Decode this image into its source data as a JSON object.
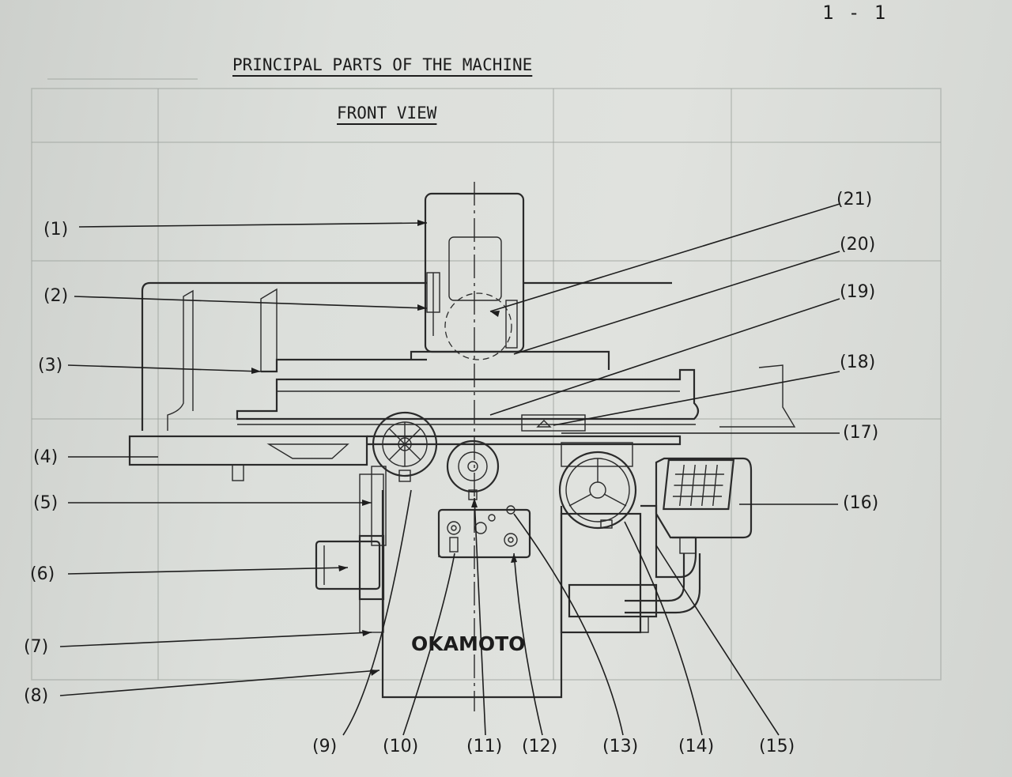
{
  "page_number": "1 - 1",
  "title": "PRINCIPAL PARTS OF THE MACHINE",
  "subtitle": "FRONT VIEW",
  "brand": "OKAMOTO",
  "callouts": {
    "c1": "(1)",
    "c2": "(2)",
    "c3": "(3)",
    "c4": "(4)",
    "c5": "(5)",
    "c6": "(6)",
    "c7": "(7)",
    "c8": "(8)",
    "c9": "(9)",
    "c10": "(10)",
    "c11": "(11)",
    "c12": "(12)",
    "c13": "(13)",
    "c14": "(14)",
    "c15": "(15)",
    "c16": "(16)",
    "c17": "(17)",
    "c18": "(18)",
    "c19": "(19)",
    "c20": "(20)",
    "c21": "(21)"
  }
}
